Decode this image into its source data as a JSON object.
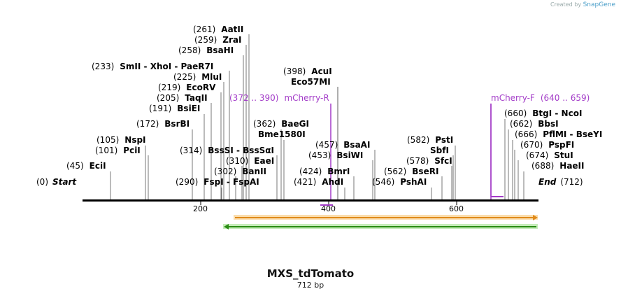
{
  "credit": {
    "prefix": "Created by",
    "brand": "SnapGene"
  },
  "map": {
    "name": "MXS_tdTomato",
    "length_label": "712 bp",
    "length": 712,
    "ticks": [
      "200",
      "400",
      "600"
    ],
    "start_label": "Start",
    "end_label": "End",
    "start_pos": "(0)",
    "end_pos": "(712)"
  },
  "sites": [
    {
      "pos": "(45)",
      "name": "EciI"
    },
    {
      "pos": "(101)",
      "name": "PciI"
    },
    {
      "pos": "(105)",
      "name": "NspI"
    },
    {
      "pos": "(172)",
      "name": "BsrBI"
    },
    {
      "pos": "(191)",
      "name": "BsiEI"
    },
    {
      "pos": "(205)",
      "name": "TaqII"
    },
    {
      "pos": "(219)",
      "name": "EcoRV"
    },
    {
      "pos": "(225)",
      "name": "MluI"
    },
    {
      "pos": "(233)",
      "name": "SmII  - XhoI  - PaeR7I"
    },
    {
      "pos": "(258)",
      "name": "BsaHI"
    },
    {
      "pos": "(259)",
      "name": "ZraI"
    },
    {
      "pos": "(261)",
      "name": "AatII"
    },
    {
      "pos": "(290)",
      "name": "FspI  - FspAI"
    },
    {
      "pos": "(302)",
      "name": "BanII"
    },
    {
      "pos": "(310)",
      "name": "EaeI"
    },
    {
      "pos": "(314)",
      "name": "BssSI  - BssSαI"
    },
    {
      "pos": "(362)",
      "name": "BaeGI"
    },
    {
      "pos": "",
      "name": "Bme1580I"
    },
    {
      "pos": "(398)",
      "name": "AcuI"
    },
    {
      "pos": "",
      "name": "Eco57MI"
    },
    {
      "pos": "(421)",
      "name": "AhdI"
    },
    {
      "pos": "(424)",
      "name": "BmrI"
    },
    {
      "pos": "(453)",
      "name": "BsiWI"
    },
    {
      "pos": "(457)",
      "name": "BsaAI"
    },
    {
      "pos": "(546)",
      "name": "PshAI"
    },
    {
      "pos": "(562)",
      "name": "BseRI"
    },
    {
      "pos": "(578)",
      "name": "SfcI"
    },
    {
      "pos": "",
      "name": "SbfI"
    },
    {
      "pos": "(582)",
      "name": "PstI"
    },
    {
      "pos": "(640 .. 659)",
      "name": "mCherry-F"
    },
    {
      "pos": "(660)",
      "name": "BtgI  - NcoI"
    },
    {
      "pos": "(662)",
      "name": "BbsI"
    },
    {
      "pos": "(666)",
      "name": "PflMI  - BseYI"
    },
    {
      "pos": "(670)",
      "name": "PspFI"
    },
    {
      "pos": "(674)",
      "name": "StuI"
    },
    {
      "pos": "(688)",
      "name": "HaeII"
    },
    {
      "pos": "(372 .. 390)",
      "name": "mCherry-R"
    }
  ],
  "colors": {
    "orange_feature": "#f0a030",
    "green_feature": "#3cb01c",
    "primer": "#a33cc8"
  }
}
